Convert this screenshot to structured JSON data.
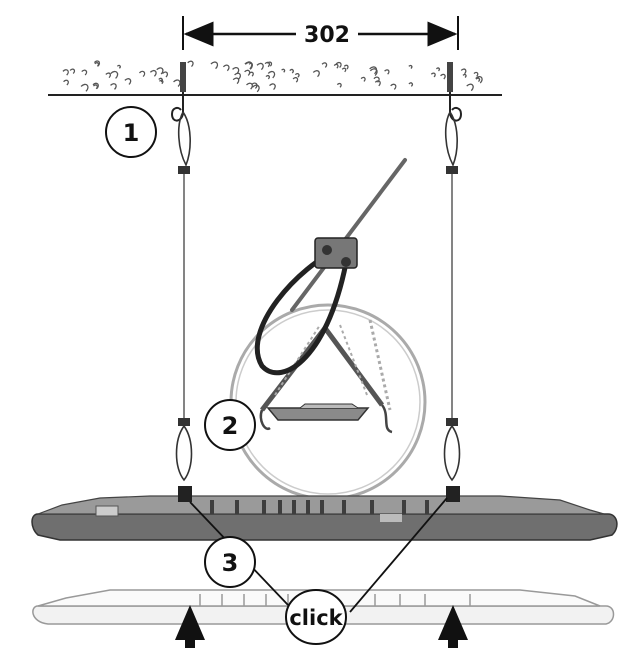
{
  "dimension": {
    "value": "302"
  },
  "callouts": {
    "c1": "1",
    "c2": "2",
    "c3": "3",
    "click": "click"
  },
  "colors": {
    "line": "#1a1a1a",
    "housing": "#707070",
    "housing_dark": "#4a4a4a",
    "housing_light": "#b8b8b8",
    "wire": "#222222",
    "ghost": "#9a9a9a",
    "background": "#ffffff"
  },
  "icons": {
    "ceiling": "ceiling-debris-icon",
    "hook": "ceiling-hook-icon",
    "arrow": "push-up-arrow-icon"
  }
}
